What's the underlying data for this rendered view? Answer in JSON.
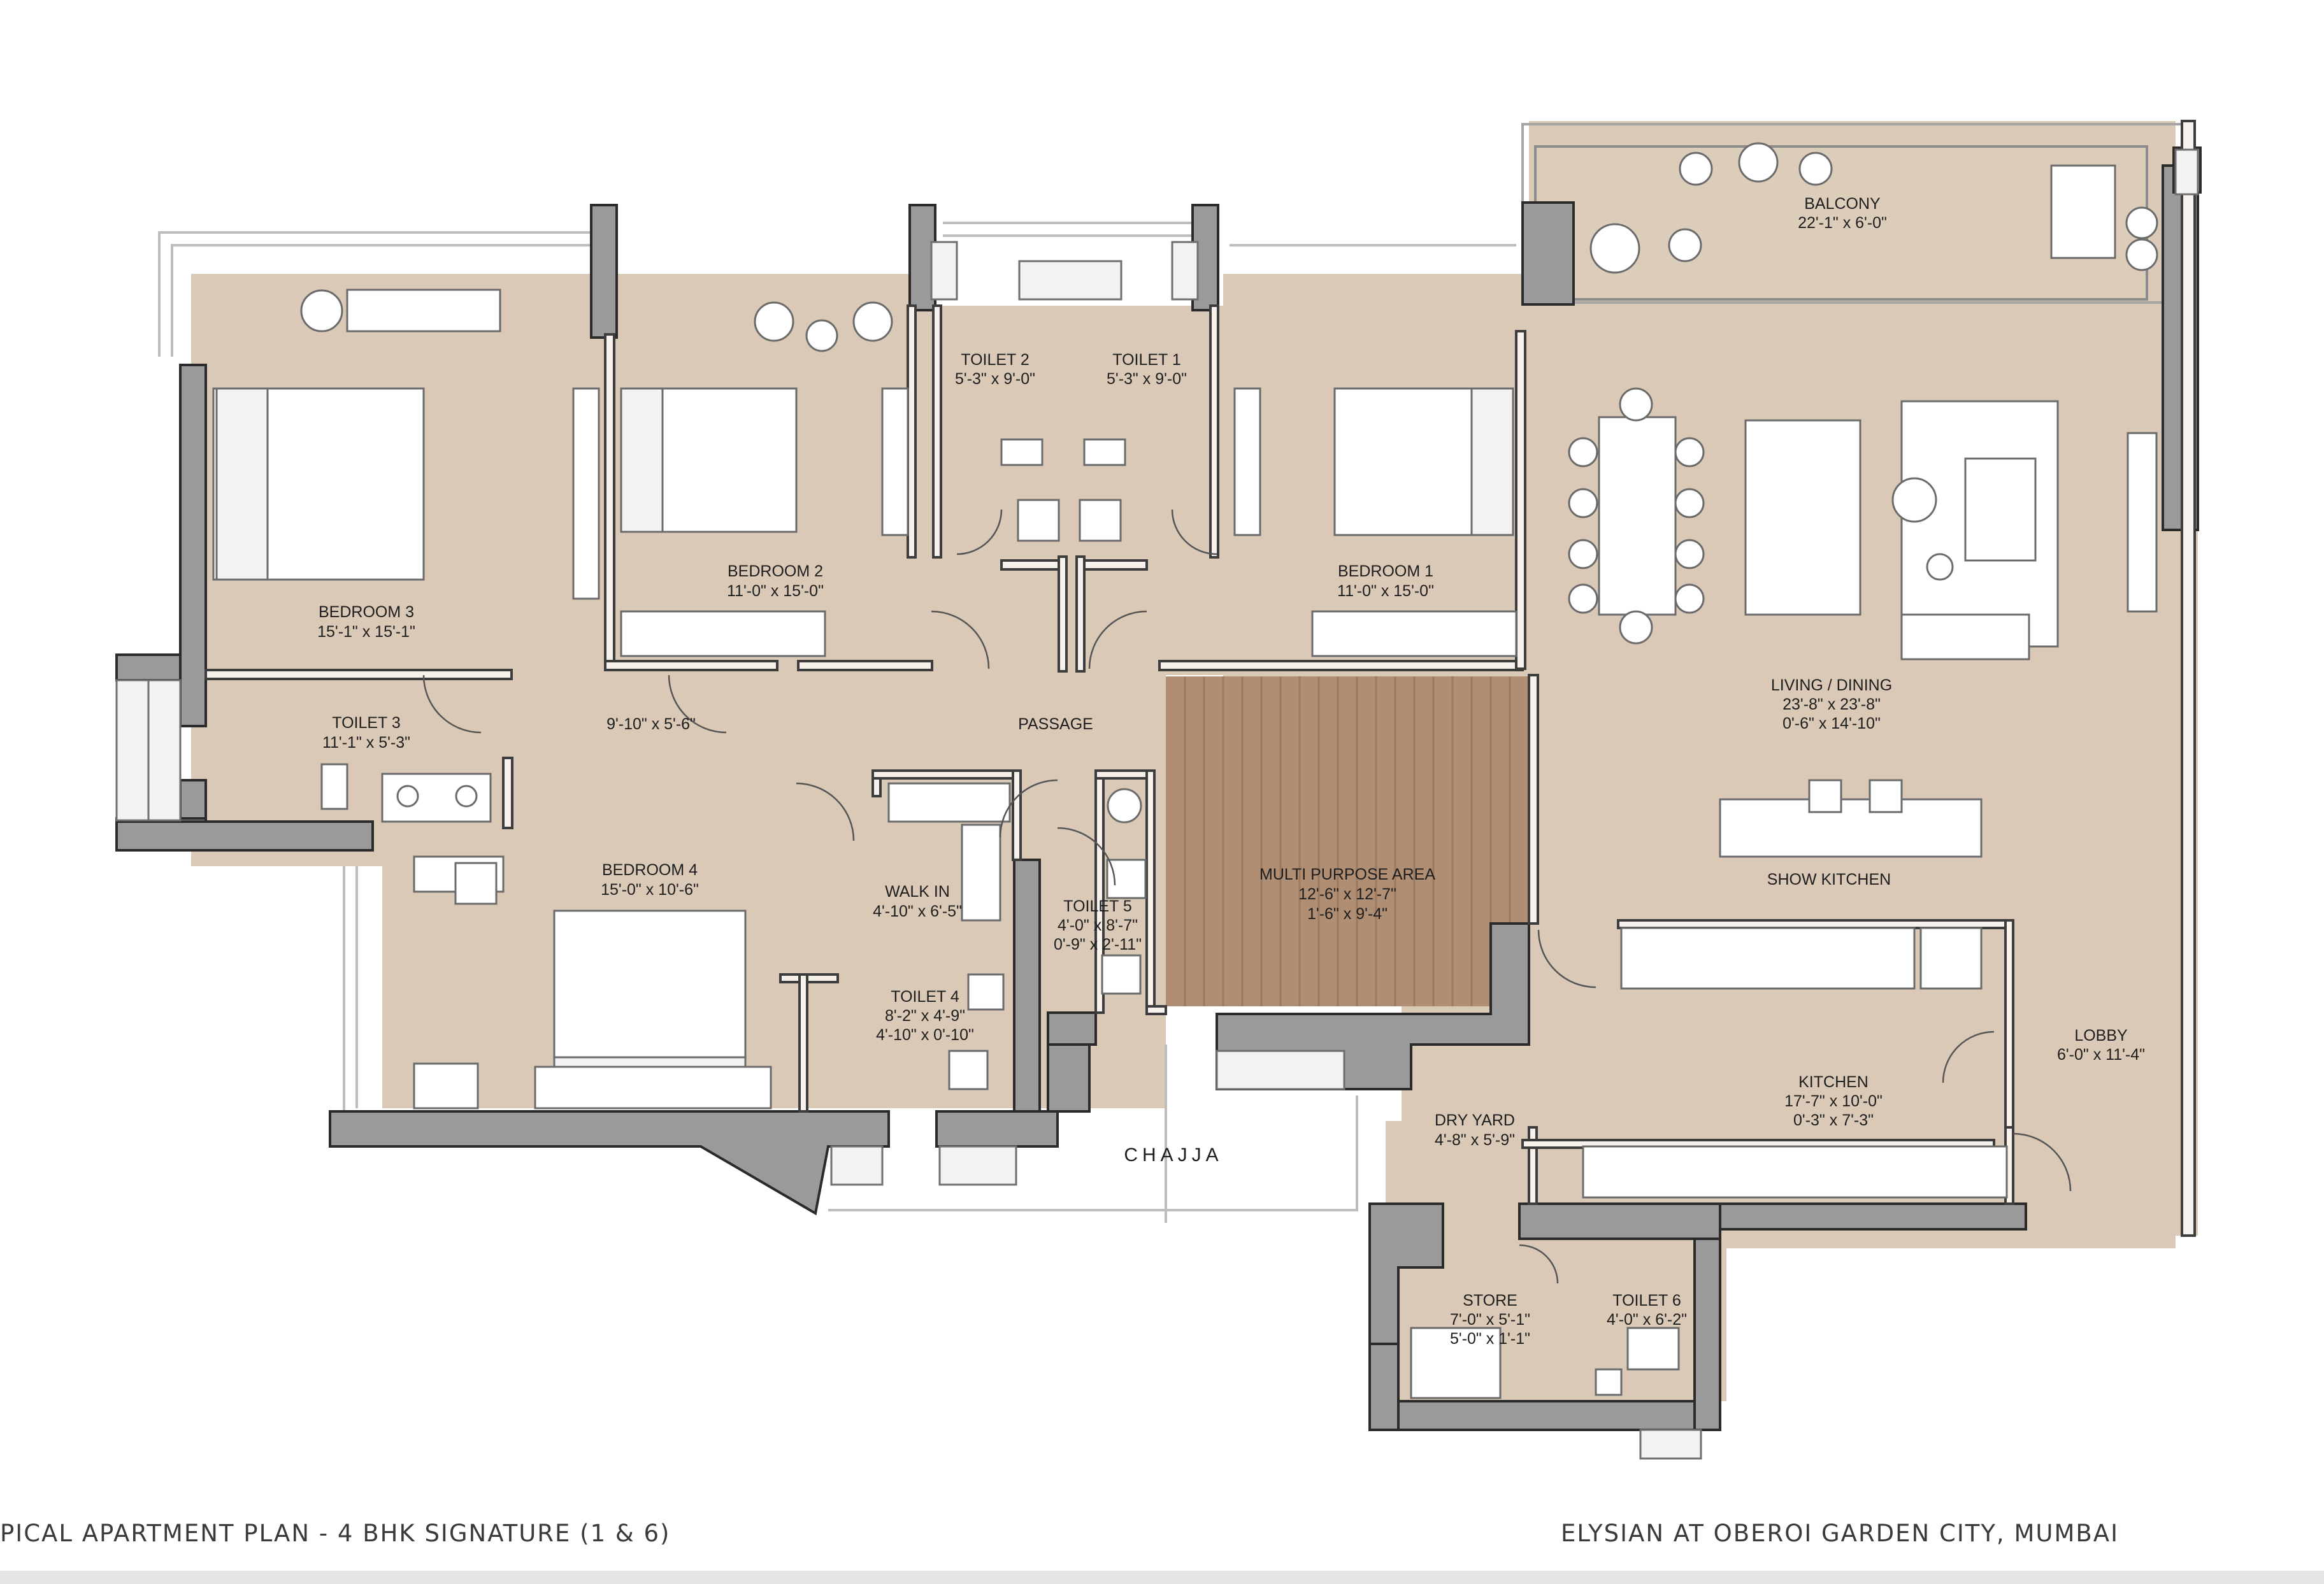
{
  "rooms": {
    "balcony": {
      "name": "BALCONY",
      "dims": [
        "22'-1\" x 6'-0\""
      ]
    },
    "toilet2": {
      "name": "TOILET 2",
      "dims": [
        "5'-3\" x 9'-0\""
      ]
    },
    "toilet1": {
      "name": "TOILET 1",
      "dims": [
        "5'-3\" x 9'-0\""
      ]
    },
    "bedroom3": {
      "name": "BEDROOM 3",
      "dims": [
        "15'-1\" x 15'-1\""
      ]
    },
    "bedroom2": {
      "name": "BEDROOM 2",
      "dims": [
        "11'-0\" x 15'-0\""
      ]
    },
    "bedroom1": {
      "name": "BEDROOM 1",
      "dims": [
        "11'-0\" x 15'-0\""
      ]
    },
    "toilet3": {
      "name": "TOILET 3",
      "dims": [
        "11'-1\" x 5'-3\""
      ]
    },
    "dress": {
      "name": "",
      "dims": [
        "9'-10\" x 5'-6\""
      ]
    },
    "passage": {
      "name": "PASSAGE",
      "dims": []
    },
    "living": {
      "name": "LIVING / DINING",
      "dims": [
        "23'-8\" x 23'-8\"",
        "0'-6\" x 14'-10\""
      ]
    },
    "bedroom4": {
      "name": "BEDROOM 4",
      "dims": [
        "15'-0\" x 10'-6\""
      ]
    },
    "walkin": {
      "name": "WALK IN",
      "dims": [
        "4'-10\" x 6'-5\""
      ]
    },
    "toilet5": {
      "name": "TOILET 5",
      "dims": [
        "4'-0\" x 8'-7\"",
        "0'-9\" x 2'-11\""
      ]
    },
    "multipurpose": {
      "name": "MULTI PURPOSE AREA",
      "dims": [
        "12'-6\" x 12'-7\"",
        "1'-6\" x 9'-4\""
      ]
    },
    "showkitchen": {
      "name": "SHOW KITCHEN",
      "dims": []
    },
    "toilet4": {
      "name": "TOILET 4",
      "dims": [
        "8'-2\" x 4'-9\"",
        "4'-10\" x 0'-10\""
      ]
    },
    "lobby": {
      "name": "LOBBY",
      "dims": [
        "6'-0\" x 11'-4\""
      ]
    },
    "kitchen": {
      "name": "KITCHEN",
      "dims": [
        "17'-7\" x 10'-0\"",
        "0'-3\" x 7'-3\""
      ]
    },
    "dryyard": {
      "name": "DRY YARD",
      "dims": [
        "4'-8\" x 5'-9\""
      ]
    },
    "chajja": {
      "name": "CHAJJA",
      "dims": []
    },
    "store": {
      "name": "STORE",
      "dims": [
        "7'-0\" x 5'-1\"",
        "5'-0\" x 1'-1\""
      ]
    },
    "toilet6": {
      "name": "TOILET 6",
      "dims": [
        "4'-0\" x 6'-2\""
      ]
    }
  },
  "captions": {
    "left": "PICAL APARTMENT PLAN - 4 BHK SIGNATURE (1 & 6)",
    "right": "ELYSIAN AT OBEROI GARDEN CITY, MUMBAI"
  },
  "colors": {
    "floor": "#d9c9b6",
    "wall": "#9a9a9b",
    "wall_edge": "#2b2b2b",
    "deck": "#b08e74",
    "outline": "#bdbdbd"
  }
}
